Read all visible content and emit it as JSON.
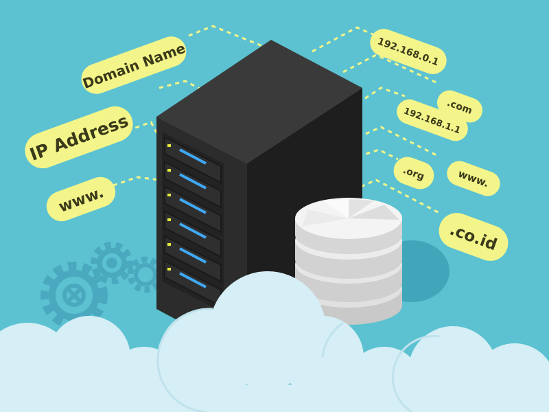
{
  "colors": {
    "background": "#5cc2d1",
    "label_fill": "#f3f58a",
    "label_text": "#3a3a1a",
    "dash_line": "#f3f58a",
    "server_body": "#2c2c2c",
    "server_side": "#1e1e1e",
    "server_top": "#3a3a3a",
    "led_blue": "#3fa9f5",
    "led_yellow": "#e8e840",
    "database": "#e8e8e8",
    "cloud": "#d6eef5",
    "gear": "#4aa9bf",
    "shadow": "#3aa0b4"
  },
  "labels": {
    "domain_name": "Domain Name",
    "ip_address": "IP Address",
    "www_left": "www.",
    "ip_192_168_0_1": "192.168.0.1",
    "com": ".com",
    "ip_192_168_1_1": "192.168.1.1",
    "org": ".org",
    "www_right": "www.",
    "co_id": ".co.id"
  },
  "icons": {
    "server": "server-rack-icon",
    "database": "database-cylinder-icon",
    "gears": "gear-icon",
    "clouds": "cloud-icon"
  }
}
